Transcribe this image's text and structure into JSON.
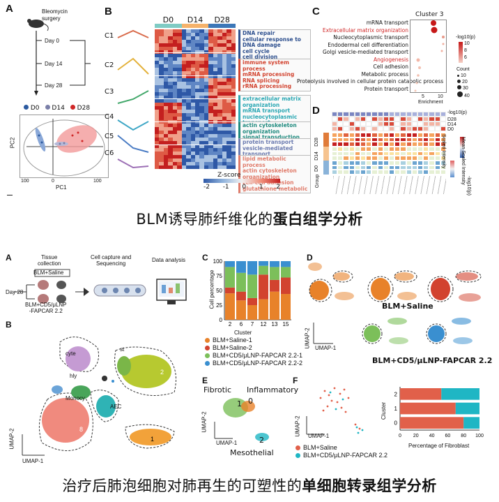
{
  "top": {
    "caption_prefix": "BLM诱导肺纤维化的",
    "caption_bold": "蛋白组学分析",
    "panel_a": {
      "label": "A",
      "surgery": "Bleomycin\nsurgery",
      "days": [
        "Day 0",
        "Day 14",
        "Day 28"
      ],
      "legend": [
        "D0",
        "D14",
        "D28"
      ],
      "ylabel": "PC2",
      "xlabel": "PC1",
      "tick_100_left": "100",
      "tick_0": "0",
      "tick_100_right": "100"
    },
    "panel_b": {
      "label": "B",
      "cols": [
        "D0",
        "D14",
        "D28"
      ],
      "clusters": [
        "C1",
        "C2",
        "C3",
        "C4",
        "C5",
        "C6"
      ],
      "terms": [
        [
          "DNA repair",
          "cellular response to DNA damage",
          "cell cycle",
          "cell division"
        ],
        [
          "immune system process",
          "mRNA processing",
          "RNA splicing",
          "rRNA processing"
        ],
        [
          "extracellular matrix organization",
          "mRNA transport",
          "nucleocytoplasmic transport"
        ],
        [
          "actin cytoskeleton organization",
          "signal transduction"
        ],
        [
          "protein transport",
          "vesicle-mediated transport"
        ],
        [
          "lipid metabolic process",
          "actin cytoskeleton organization",
          "cell-cell adhesion",
          "glutathione metabolic"
        ]
      ],
      "zscore_title": "Z-score",
      "zscore_ticks": [
        "-2",
        "-1",
        "0",
        "1",
        "2"
      ]
    },
    "panel_c": {
      "label": "C",
      "title": "Cluster 3",
      "terms": [
        "mRNA transport",
        "Extracellular matrix organization",
        "Nucleocytoplasmic transport",
        "Endodermal cell differentiation",
        "Golgi vesicle-mediated transport",
        "Angiogenesis",
        "Cell adhesion",
        "Metabolic process",
        "Proteolysis involved in cellular protein catabolic process",
        "Protein transport"
      ],
      "xlabel": "Enrichment",
      "xticks": [
        "5",
        "10"
      ],
      "legend_p_title": "-log10(p)",
      "legend_p_ticks": [
        "10",
        "8",
        "6"
      ],
      "legend_count_title": "Count",
      "legend_count_ticks": [
        "10",
        "20",
        "30",
        "40"
      ]
    },
    "panel_d": {
      "label": "D",
      "row_labels": [
        "D28",
        "D14",
        "D0"
      ],
      "top_legend": "-log10(p)",
      "group_label": "Group",
      "legend_intensity": "Mean Scaled Intensity",
      "legend_scaled": "Scaled Intensity",
      "legend_p2": "-log10(p)"
    }
  },
  "bottom": {
    "caption_prefix": "治疗后肺泡细胞对肺再生的可塑性的",
    "caption_bold": "单细胞转录组学分析",
    "panel_a": {
      "label": "A",
      "step1": "Tissue\ncollection",
      "step2": "Cell capture and\nSequencing",
      "step3": "Data analysis",
      "group1": "BLM+Saline",
      "day": "Day 28",
      "group2": "BLM+CD5/μLNP\n-FAPCAR 2.2"
    },
    "panel_b": {
      "label": "B",
      "ylabel": "UMAP-2",
      "xlabel": "UMAP-1",
      "annotations": [
        "cyte",
        "hly",
        "Monocy",
        "AEC",
        "st"
      ]
    },
    "panel_c": {
      "label": "C",
      "ylabel": "Cell percentage",
      "xlabel": "Cluster",
      "legend": [
        "BLM+Saline-1",
        "BLM+Saline-2",
        "BLM+CD5/μLNP-FAPCAR 2.2-1",
        "BLM+CD5/μLNP-FAPCAR 2.2-2"
      ]
    },
    "panel_d": {
      "label": "D",
      "group1": "BLM+Saline",
      "group2": "BLM+CD5/μLNP-FAPCAR 2.2",
      "ylabel": "UMAP-2",
      "xlabel": "UMAP-1"
    },
    "panel_e": {
      "label": "E",
      "fibrotic": "Fibrotic",
      "inflammatory": "Inflammatory",
      "mesothelial": "Mesothelial",
      "ylabel": "UMAP-2",
      "xlabel": "UMAP-1",
      "c0": "0",
      "c1": "1",
      "c2": "2"
    },
    "panel_f": {
      "label": "F",
      "ylabel": "UMAP-2",
      "xlabel": "UMAP-1",
      "legend": [
        "BLM+Saline",
        "BLM+CD5/μLNP-FAPCAR 2.2"
      ],
      "bar_ylabel": "Cluster",
      "bar_xlabel": "Percentage of Fibroblast"
    }
  },
  "colors": {
    "d0": "#2c5aa0",
    "d14": "#7a7fa8",
    "d28": "#d02727",
    "orange": "#e8822a",
    "red": "#d2432f",
    "green": "#7cbf5a",
    "blue": "#3a8fd0",
    "salmon": "#e1604a",
    "teal": "#1fb6c4"
  },
  "chart_data": [
    {
      "type": "bar",
      "panel": "bottom-C",
      "title": "",
      "ylabel": "Cell percentage",
      "xlabel": "Cluster",
      "categories": [
        "2",
        "6",
        "7",
        "12",
        "13",
        "15"
      ],
      "ylim": [
        0,
        100
      ],
      "yticks": [
        "0",
        "25",
        "50",
        "75",
        "100"
      ],
      "series": [
        {
          "name": "BLM+Saline-1",
          "values": [
            45,
            33,
            25,
            35,
            48,
            44
          ]
        },
        {
          "name": "BLM+Saline-2",
          "values": [
            10,
            15,
            12,
            42,
            20,
            28
          ]
        },
        {
          "name": "BLM+CD5/μLNP-FAPCAR 2.2-1",
          "values": [
            35,
            32,
            40,
            15,
            22,
            18
          ]
        },
        {
          "name": "BLM+CD5/μLNP-FAPCAR 2.2-2",
          "values": [
            10,
            20,
            23,
            8,
            10,
            10
          ]
        }
      ]
    },
    {
      "type": "bar",
      "panel": "bottom-F",
      "orientation": "horizontal",
      "title": "",
      "ylabel": "Cluster",
      "xlabel": "Percentage of Fibroblast",
      "categories": [
        "2",
        "1",
        "0"
      ],
      "xlim": [
        0,
        100
      ],
      "xticks": [
        "0",
        "20",
        "40",
        "60",
        "80",
        "100"
      ],
      "series": [
        {
          "name": "BLM+Saline",
          "values": [
            52,
            70,
            80
          ]
        },
        {
          "name": "BLM+CD5/μLNP-FAPCAR 2.2",
          "values": [
            48,
            30,
            20
          ]
        }
      ]
    }
  ]
}
